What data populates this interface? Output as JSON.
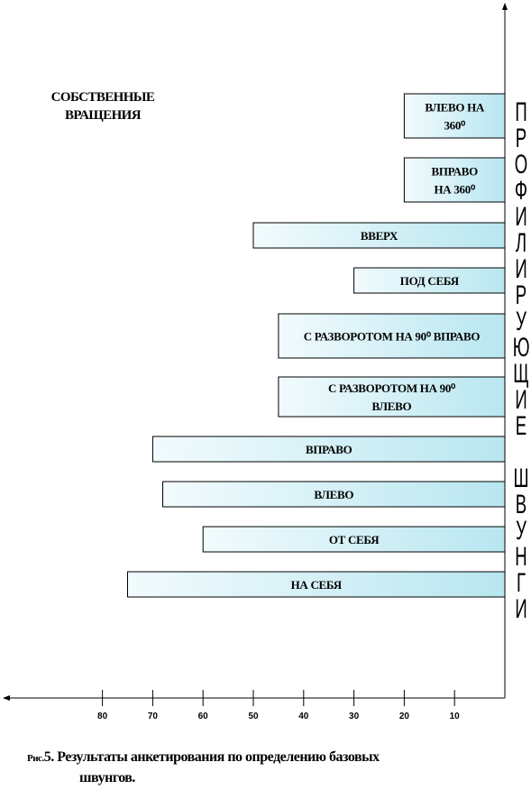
{
  "chart_data": {
    "type": "bar",
    "orientation": "horizontal",
    "x_direction": "right-to-left",
    "categories": [
      [
        "ВЛЕВО НА",
        "360⁰"
      ],
      [
        "ВПРАВО",
        "НА 360⁰"
      ],
      [
        "ВВЕРХ"
      ],
      [
        "ПОД СЕБЯ"
      ],
      [
        "С РАЗВОРОТОМ НА 90⁰ ВПРАВО"
      ],
      [
        "С РАЗВОРОТОМ НА 90⁰",
        "ВЛЕВО"
      ],
      [
        "ВПРАВО"
      ],
      [
        "ВЛЕВО"
      ],
      [
        "ОТ СЕБЯ"
      ],
      [
        "НА СЕБЯ"
      ]
    ],
    "values": [
      20,
      20,
      50,
      30,
      45,
      45,
      70,
      68,
      60,
      75
    ],
    "xticks": [
      "80",
      "70",
      "60",
      "50",
      "40",
      "30",
      "20",
      "10"
    ],
    "xtick_values": [
      80,
      70,
      60,
      50,
      40,
      30,
      20,
      10
    ],
    "xlim": [
      0,
      100
    ],
    "bar_color_light": "#f2fbfd",
    "bar_color_dark": "#b8e6f0",
    "grid": false,
    "group_title": "СОБСТВЕННЫЕ ВРАЩЕНИЯ",
    "vertical_label": "ПРОФИЛИРУЮЩИЕ ШВУНГИ"
  },
  "caption": {
    "label": "Рис.",
    "text1": "5. Результаты анкетирования по определению базовых",
    "text2": "швунгов."
  }
}
